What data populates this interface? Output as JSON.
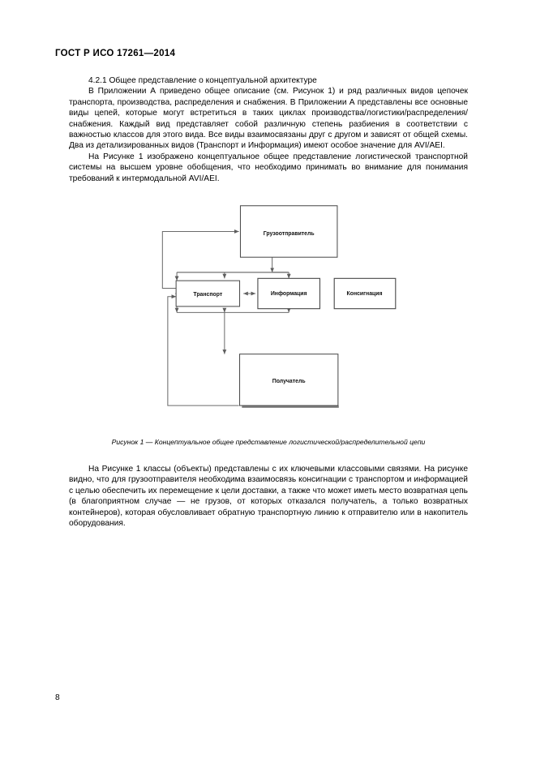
{
  "document": {
    "header": "ГОСТ Р ИСО 17261—2014",
    "page_number": "8"
  },
  "section": {
    "heading": "4.2.1 Общее представление о концептуальной архитектуре",
    "paragraph_1": "В Приложении А приведено общее описание (см. Рисунок 1) и ряд различных видов цепочек транспорта, производства, распределения и снабжения. В Приложении А представлены все основные виды цепей, которые могут встретиться в таких циклах производства/логистики/распределения/снабжения. Каждый вид представляет собой различную степень разбиения в соответствии с важностью классов для этого вида. Все виды взаимосвязаны друг с другом и зависят от общей схемы. Два из детализированных видов (Транспорт и Информация) имеют особое значение для AVI/AEI.",
    "paragraph_2": "На Рисунке 1 изображено концептуальное общее представление логистической транспортной системы на высшем уровне обобщения, что необходимо принимать во внимание для понимания требований к интермодальной AVI/AEI.",
    "paragraph_3": "На Рисунке 1 классы (объекты) представлены с их ключевыми классовыми связями. На рисунке видно, что для грузоотправителя необходима взаимосвязь консигнации с транспортом и информацией с целью обеспечить их перемещение к цели доставки, а также что может иметь место возвратная цепь (в благоприятном случае — не грузов, от которых отказался получатель, а только возвратных контейнеров), которая обусловливает обратную транспортную линию к отправителю или в накопитель оборудования."
  },
  "figure": {
    "caption": "Рисунок 1 — Концептуальное общее представление логистической/распределительной цепи",
    "nodes": {
      "shipper": "Грузоотправитель",
      "transport": "Транспорт",
      "information": "Информация",
      "consignment": "Консигнация",
      "receiver": "Получатель"
    },
    "colors": {
      "box_border": "#4a4a4a",
      "connector": "#6b6b6b",
      "shadow": "#808080"
    }
  }
}
